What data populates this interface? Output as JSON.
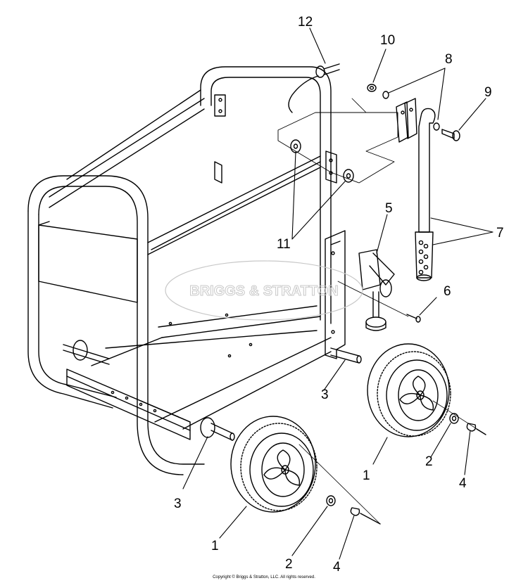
{
  "callouts": {
    "c1a": "1",
    "c1b": "1",
    "c2a": "2",
    "c2b": "2",
    "c3a": "3",
    "c3b": "3",
    "c4a": "4",
    "c4b": "4",
    "c5": "5",
    "c6": "6",
    "c7": "7",
    "c8": "8",
    "c9": "9",
    "c10": "10",
    "c11": "11",
    "c12": "12"
  },
  "watermark": "BRIGGS & STRATTON",
  "copyright": "Copyright © Briggs & Stratton, LLC. All rights reserved.",
  "colors": {
    "line": "#000000",
    "watermark": "#c8c8c8",
    "background": "#ffffff"
  }
}
